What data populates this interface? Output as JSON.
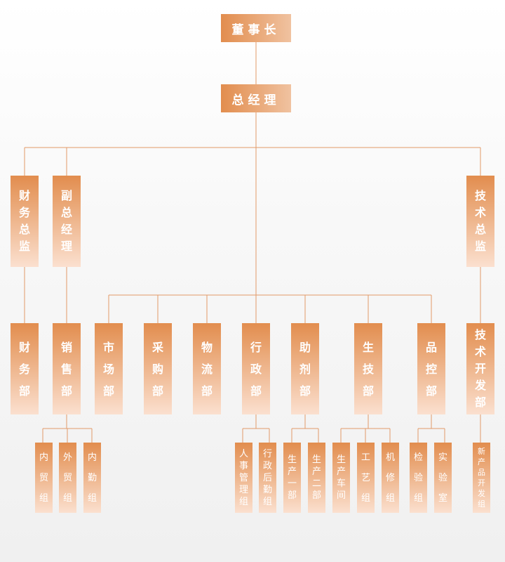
{
  "colors": {
    "box_top": "#e28d4e",
    "box_bottom": "#fbe0cf",
    "line": "#e29a68"
  },
  "org": {
    "chairman": "董事长",
    "gm": "总经理",
    "cfo": "财\n务\n总\n监",
    "vgm": "副\n总\n经\n理",
    "cto": "技\n术\n总\n监",
    "dept_finance": "财\n务\n部",
    "dept_sales": "销\n售\n部",
    "dept_market": "市\n场\n部",
    "dept_purchase": "采\n购\n部",
    "dept_logistics": "物\n流\n部",
    "dept_admin": "行\n政\n部",
    "dept_aux": "助\n剂\n部",
    "dept_prodtech": "生\n技\n部",
    "dept_qc": "品\n控\n部",
    "dept_tech": "技\n术\n开\n发\n部",
    "grp_domestic": "内\n贸\n组",
    "grp_foreign": "外\n贸\n组",
    "grp_internal": "内\n勤\n组",
    "grp_hr": "人\n事\n管\n理\n组",
    "grp_logsupport": "行\n政\n后\n勤\n组",
    "grp_prod1": "生\n产\n一\n部",
    "grp_prod2": "生\n产\n二\n部",
    "grp_workshop": "生\n产\n车\n间",
    "grp_process": "工\n艺\n组",
    "grp_repair": "机\n修\n组",
    "grp_inspect": "检\n验\n组",
    "grp_lab": "实\n验\n室",
    "grp_newproduct": "新\n产\n品\n开\n发\n组"
  }
}
